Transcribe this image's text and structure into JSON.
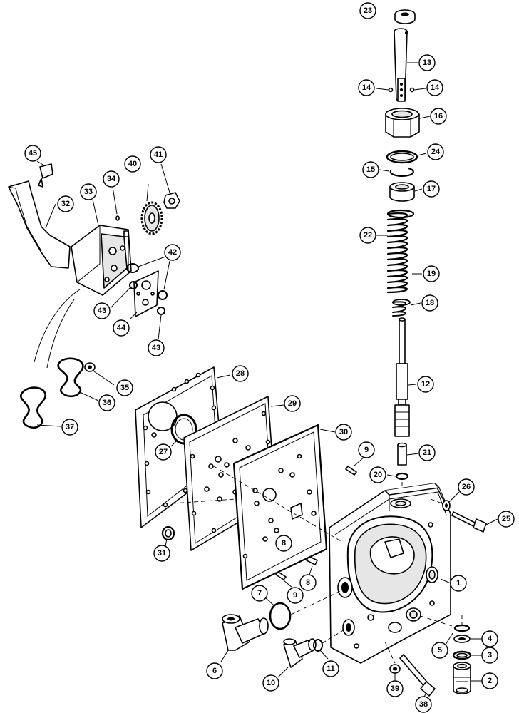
{
  "callouts": [
    {
      "id": "c1",
      "label": "1"
    },
    {
      "id": "c2",
      "label": "2"
    },
    {
      "id": "c3",
      "label": "3"
    },
    {
      "id": "c4",
      "label": "4"
    },
    {
      "id": "c5",
      "label": "5"
    },
    {
      "id": "c6",
      "label": "6"
    },
    {
      "id": "c7",
      "label": "7"
    },
    {
      "id": "c8a",
      "label": "8"
    },
    {
      "id": "c8b",
      "label": "8"
    },
    {
      "id": "c9a",
      "label": "9"
    },
    {
      "id": "c9b",
      "label": "9"
    },
    {
      "id": "c10",
      "label": "10"
    },
    {
      "id": "c11",
      "label": "11"
    },
    {
      "id": "c12",
      "label": "12"
    },
    {
      "id": "c13",
      "label": "13"
    },
    {
      "id": "c14a",
      "label": "14"
    },
    {
      "id": "c14b",
      "label": "14"
    },
    {
      "id": "c15",
      "label": "15"
    },
    {
      "id": "c16",
      "label": "16"
    },
    {
      "id": "c17",
      "label": "17"
    },
    {
      "id": "c18",
      "label": "18"
    },
    {
      "id": "c19",
      "label": "19"
    },
    {
      "id": "c20",
      "label": "20"
    },
    {
      "id": "c21",
      "label": "21"
    },
    {
      "id": "c22",
      "label": "22"
    },
    {
      "id": "c23",
      "label": "23"
    },
    {
      "id": "c24",
      "label": "24"
    },
    {
      "id": "c25",
      "label": "25"
    },
    {
      "id": "c26",
      "label": "26"
    },
    {
      "id": "c27",
      "label": "27"
    },
    {
      "id": "c28",
      "label": "28"
    },
    {
      "id": "c29",
      "label": "29"
    },
    {
      "id": "c30",
      "label": "30"
    },
    {
      "id": "c31",
      "label": "31"
    },
    {
      "id": "c32",
      "label": "32"
    },
    {
      "id": "c33",
      "label": "33"
    },
    {
      "id": "c34",
      "label": "34"
    },
    {
      "id": "c35",
      "label": "35"
    },
    {
      "id": "c36",
      "label": "36"
    },
    {
      "id": "c37",
      "label": "37"
    },
    {
      "id": "c38",
      "label": "38"
    },
    {
      "id": "c39",
      "label": "39"
    },
    {
      "id": "c40",
      "label": "40"
    },
    {
      "id": "c41",
      "label": "41"
    },
    {
      "id": "c42",
      "label": "42"
    },
    {
      "id": "c43a",
      "label": "43"
    },
    {
      "id": "c43b",
      "label": "43"
    },
    {
      "id": "c44",
      "label": "44"
    },
    {
      "id": "c45",
      "label": "45"
    }
  ]
}
